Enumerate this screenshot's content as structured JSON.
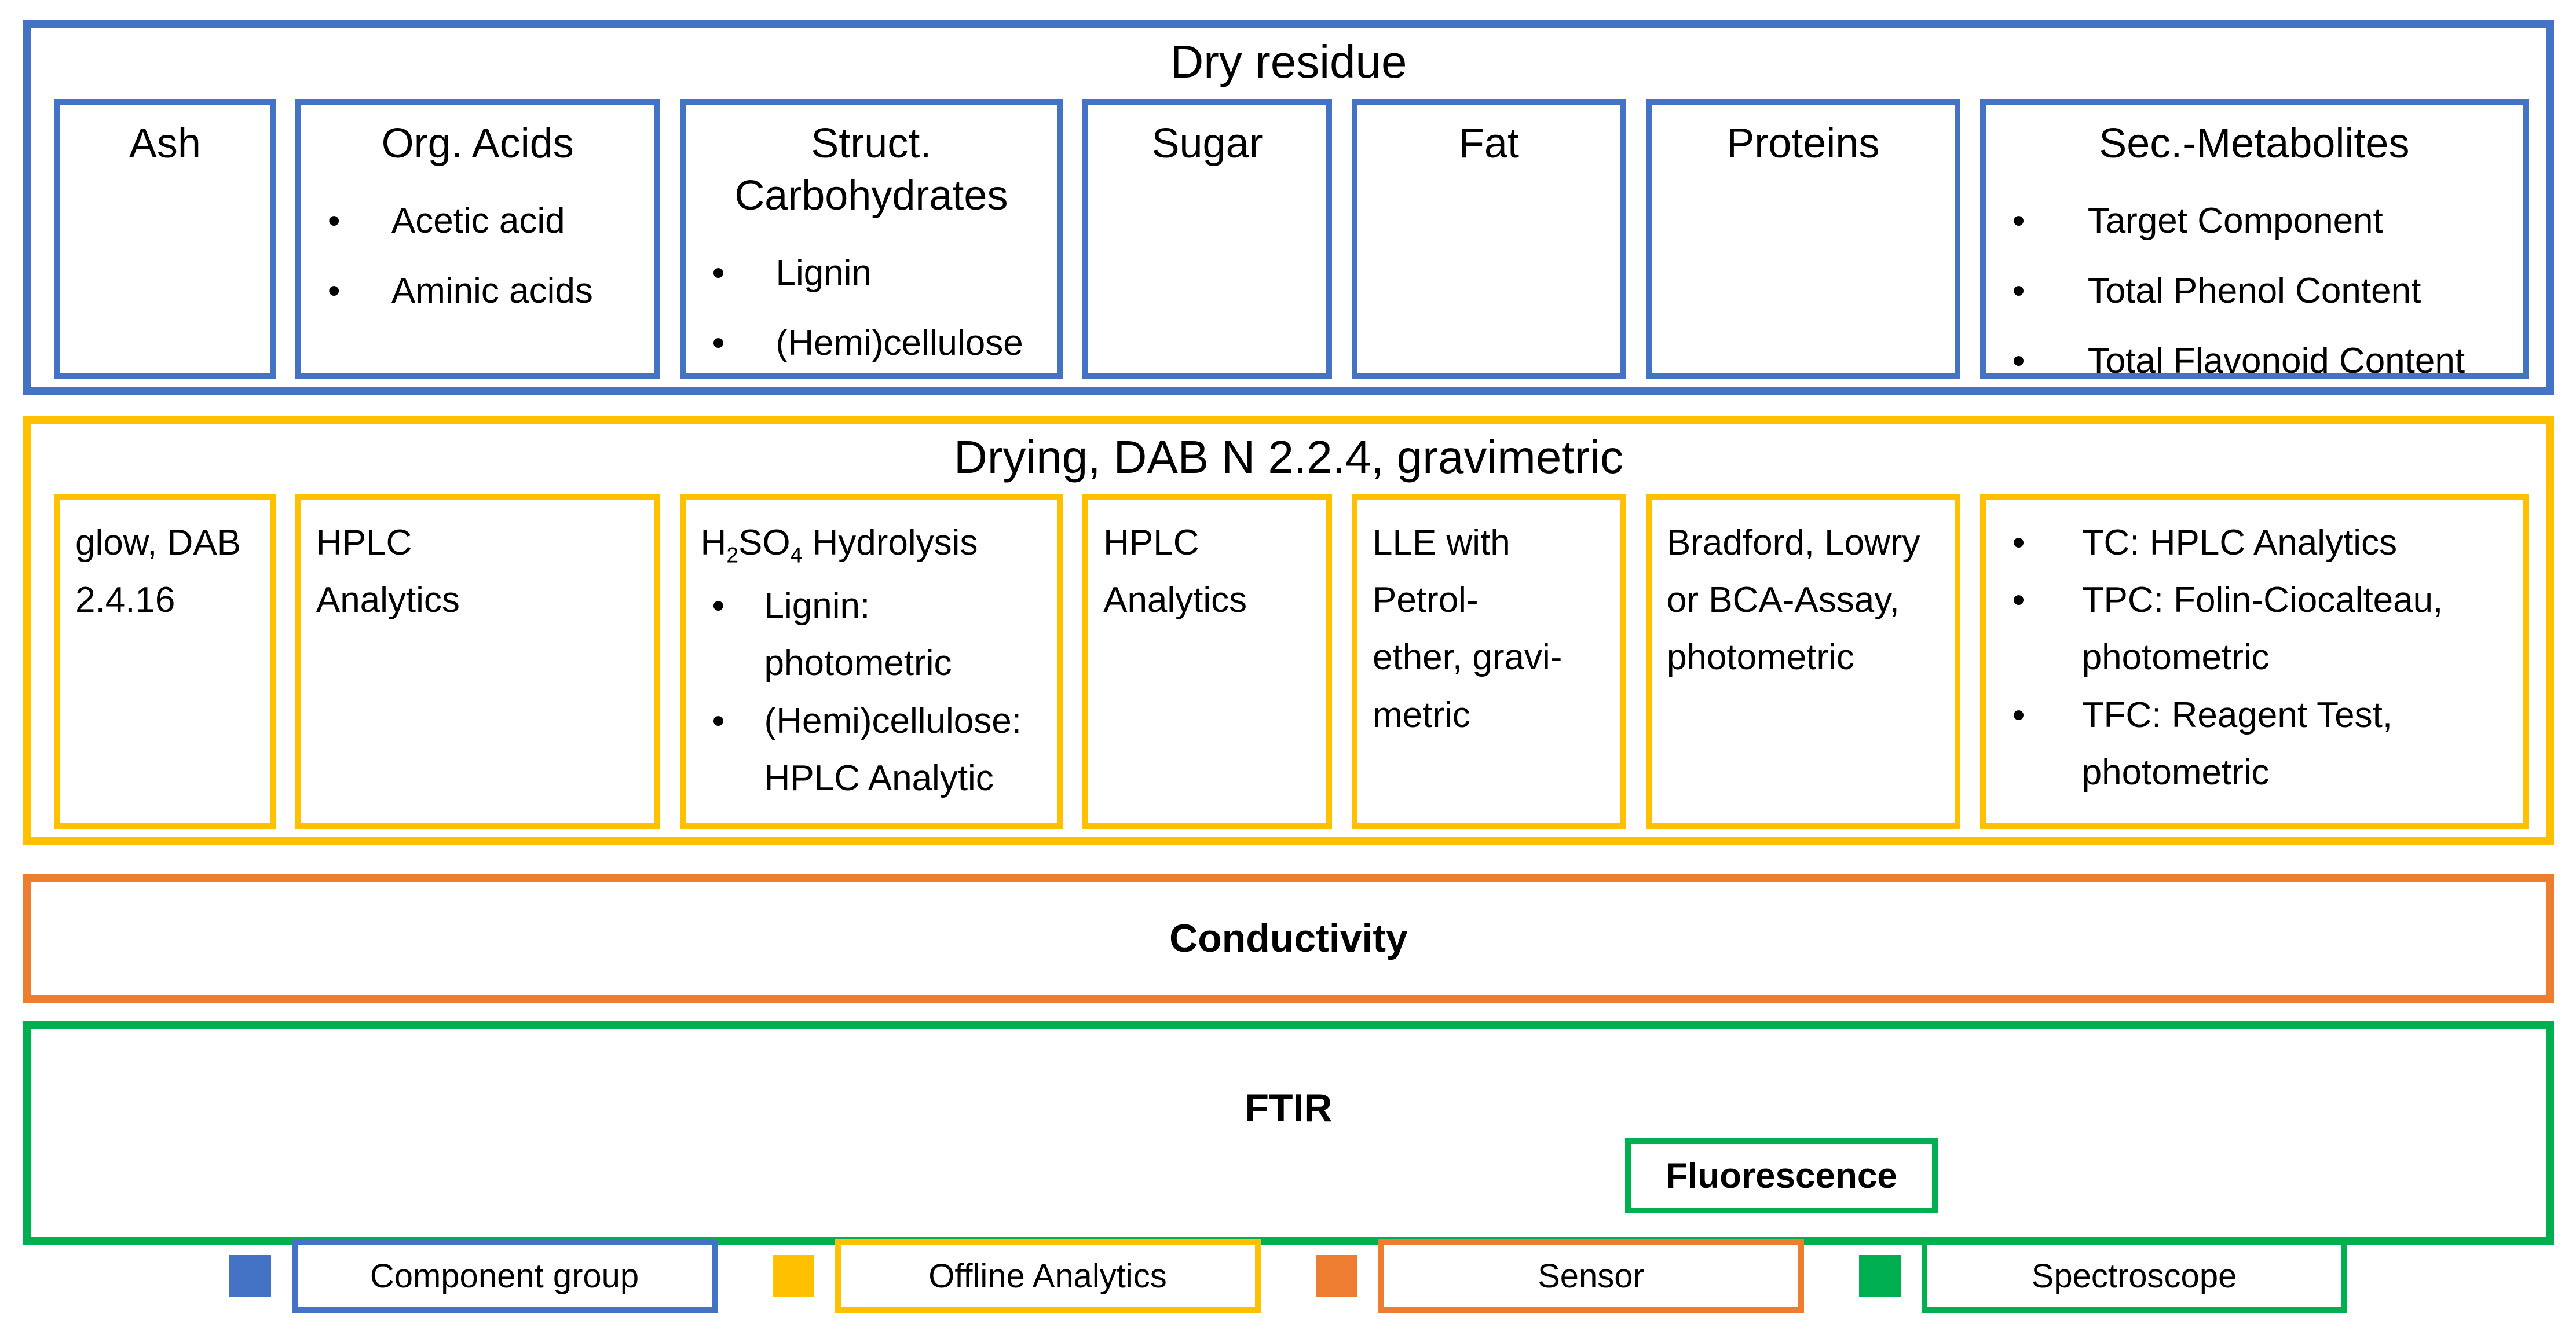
{
  "colors": {
    "component_group_blue": "#4472C4",
    "offline_analytics_yellow": "#FFC000",
    "sensor_orange": "#ED7D31",
    "spectroscope_green": "#00B050"
  },
  "dry": {
    "title": "Dry residue",
    "boxes": [
      {
        "title": "Ash"
      },
      {
        "title": "Org. Acids",
        "bullets": [
          "Acetic acid",
          "Aminic acids"
        ]
      },
      {
        "title": "Struct. Carbohydrates",
        "bullets": [
          "Lignin",
          "(Hemi)cellulose"
        ]
      },
      {
        "title": "Sugar"
      },
      {
        "title": "Fat"
      },
      {
        "title": "Proteins"
      },
      {
        "title": "Sec.-Metabolites",
        "bullets": [
          "Target Component",
          "Total Phenol Content",
          "Total Flavonoid Content"
        ]
      }
    ]
  },
  "off": {
    "title": "Drying, DAB N 2.2.4, gravimetric",
    "boxes": [
      {
        "text": "glow, DAB 2.4.16"
      },
      {
        "text": "HPLC Analytics"
      },
      {
        "formula": {
          "b1": "H",
          "s1": "2",
          "b2": "SO",
          "s2": "4",
          "rest": " Hydrolysis"
        },
        "bullets": [
          "Lignin: photometric",
          "(Hemi)cellulose: HPLC Analytic"
        ]
      },
      {
        "text": "HPLC Analytics"
      },
      {
        "text": "LLE with Petrol-ether, gravi-metric"
      },
      {
        "text": "Bradford, Lowry or BCA-Assay, photometric"
      },
      {
        "bullets": [
          "TC: HPLC Analytics",
          "TPC: Folin-Ciocalteau, photometric",
          "TFC: Reagent Test, photometric"
        ]
      }
    ]
  },
  "sensor": {
    "label": "Conductivity"
  },
  "spectroscope": {
    "ftir_label": "FTIR",
    "fluorescence_label": "Fluorescence"
  },
  "legend": {
    "items": [
      {
        "label": "Component group",
        "color": "#4472C4"
      },
      {
        "label": "Offline Analytics",
        "color": "#FFC000"
      },
      {
        "label": "Sensor",
        "color": "#ED7D31"
      },
      {
        "label": "Spectroscope",
        "color": "#00B050"
      }
    ]
  }
}
